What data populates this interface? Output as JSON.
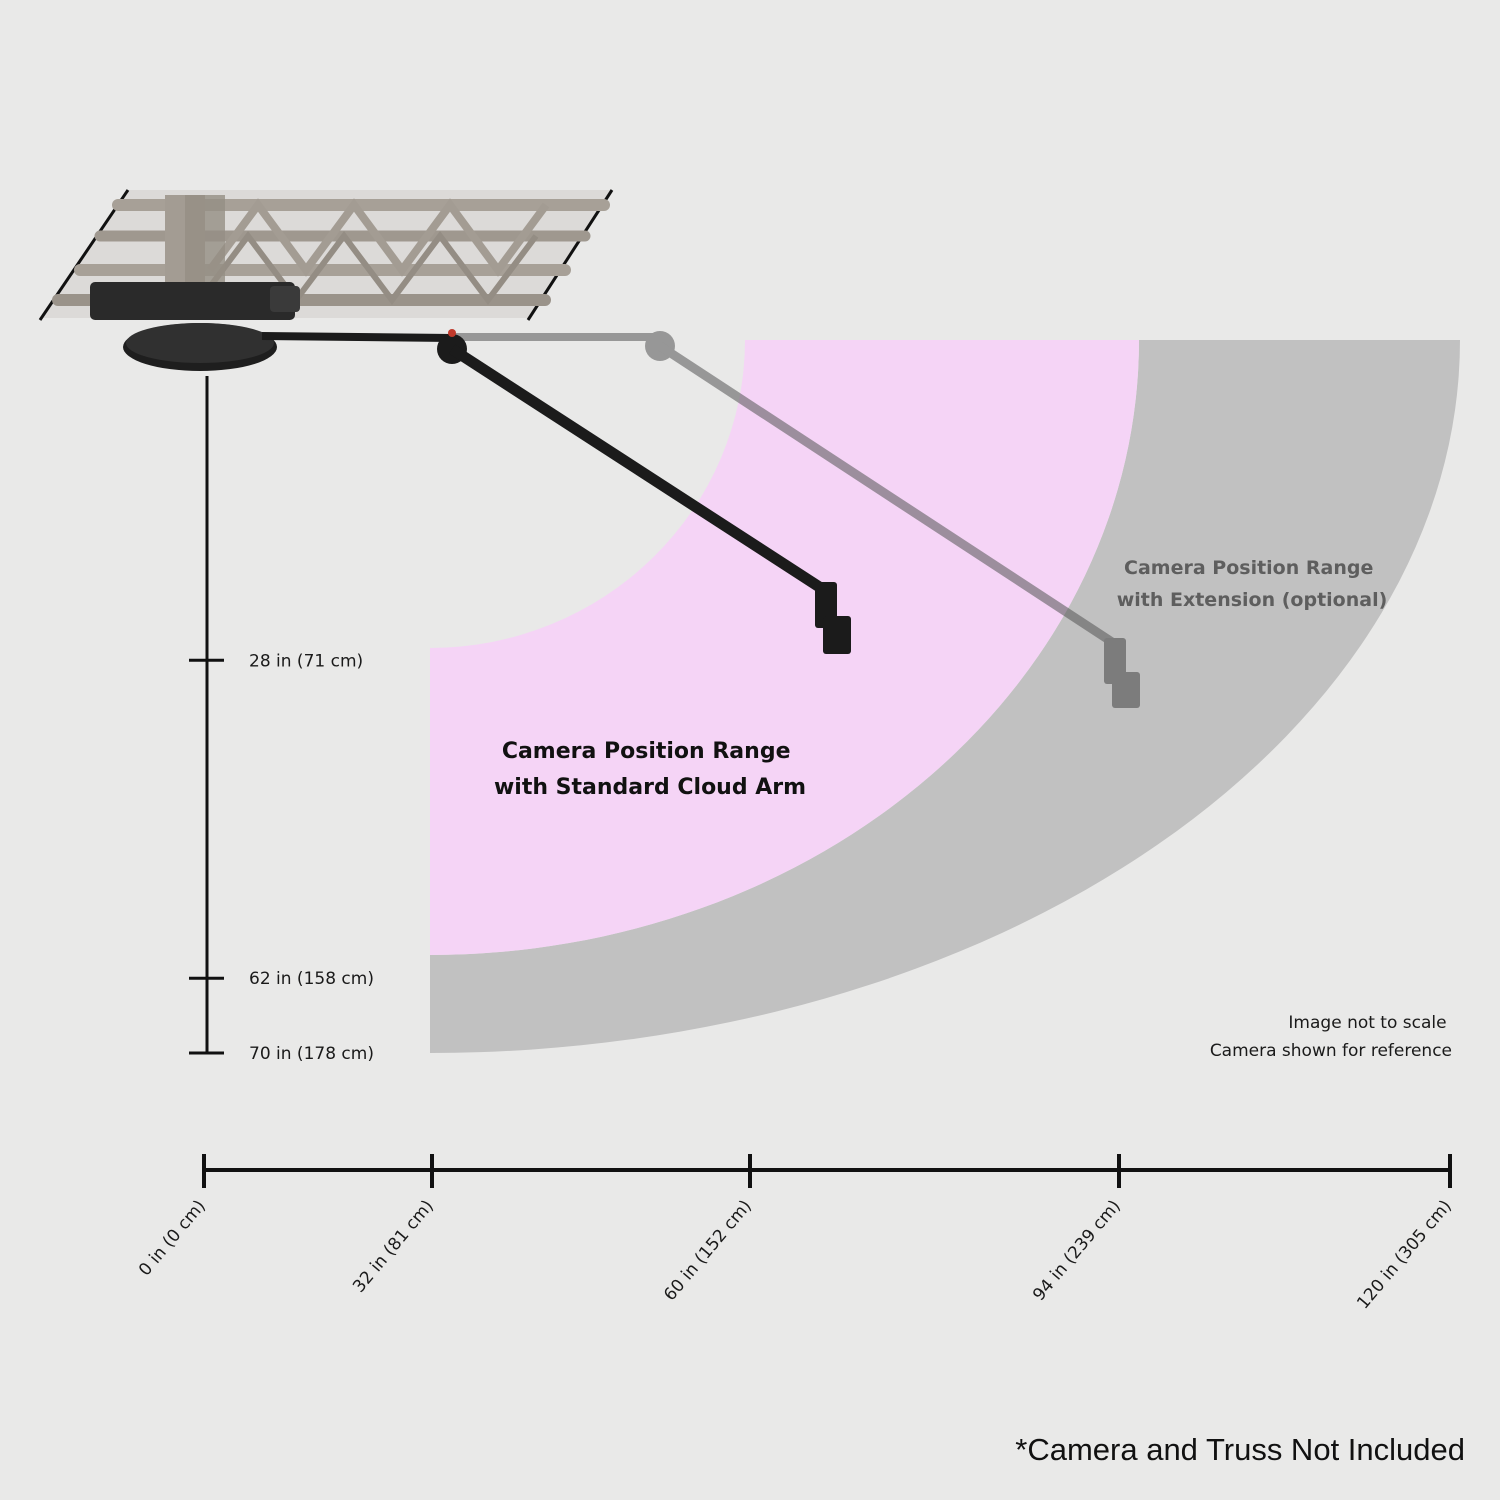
{
  "colors": {
    "background": "#e9e9e8",
    "standard_range": "#f5d4f6",
    "extension_range": "#c1c1c1",
    "axis": "#111111",
    "truss": "#a7a097",
    "arm_standard": "#1b1b1b",
    "arm_extension": "#7a7a7a"
  },
  "labels": {
    "standard_range": [
      "Camera Position Range",
      "with Standard Cloud Arm"
    ],
    "extension_range": [
      "Camera Position Range",
      "with Extension (optional)"
    ],
    "note": [
      "Image not to scale",
      "Camera shown for reference"
    ],
    "disclaimer": "*Camera and Truss Not Included"
  },
  "vertical_axis": {
    "ticks": [
      {
        "value_in": 28,
        "label": "28 in (71 cm)"
      },
      {
        "value_in": 62,
        "label": "62 in (158 cm)"
      },
      {
        "value_in": 70,
        "label": "70 in (178 cm)"
      }
    ]
  },
  "horizontal_axis": {
    "ticks": [
      {
        "value_in": 0,
        "label": "0 in (0 cm)"
      },
      {
        "value_in": 32,
        "label": "32 in (81 cm)"
      },
      {
        "value_in": 60,
        "label": "60 in (152 cm)"
      },
      {
        "value_in": 94,
        "label": "94 in (239 cm)"
      },
      {
        "value_in": 120,
        "label": "120 in (305 cm)"
      }
    ]
  }
}
